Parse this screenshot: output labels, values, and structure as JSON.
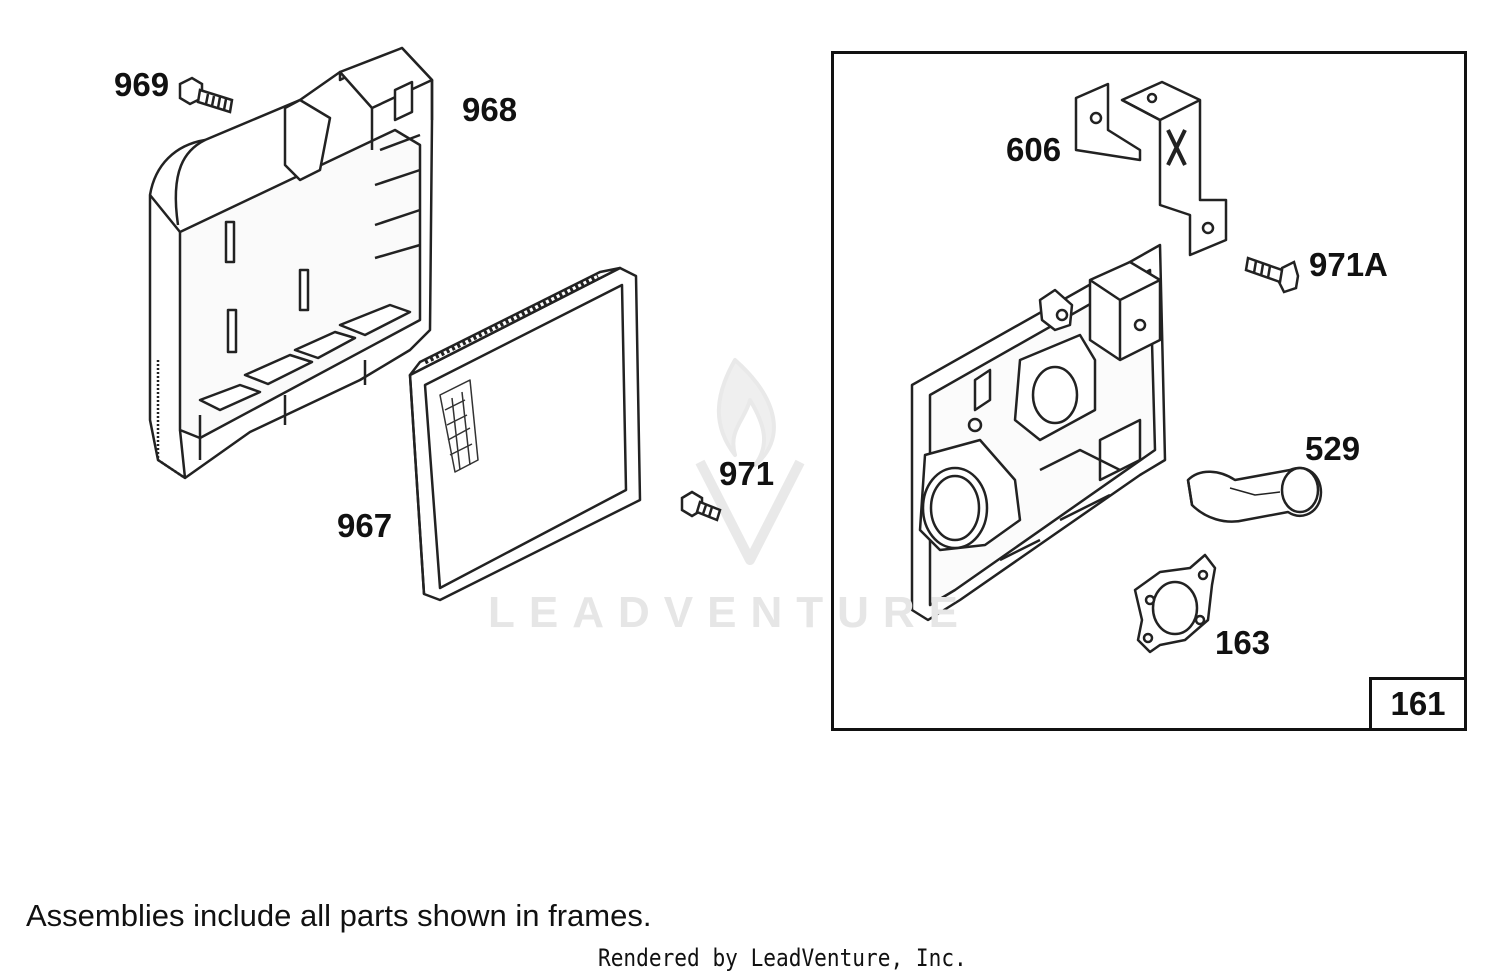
{
  "labels": {
    "p969": "969",
    "p968": "968",
    "p967": "967",
    "p971": "971",
    "p606": "606",
    "p971a": "971A",
    "p529": "529",
    "p163": "163"
  },
  "assembly": {
    "number": "161"
  },
  "watermark": "LEADVENTURE",
  "note": "Assemblies include all parts shown in frames.",
  "credit": "Rendered by LeadVenture, Inc."
}
